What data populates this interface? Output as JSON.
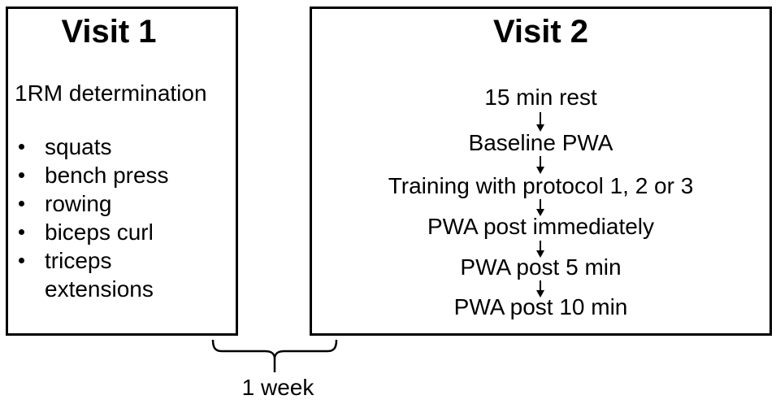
{
  "visit1": {
    "title": "Visit 1",
    "subtitle": "1RM determination",
    "bullets": [
      "squats",
      "bench press",
      "rowing",
      "biceps curl",
      "triceps extensions"
    ]
  },
  "visit2": {
    "title": "Visit 2",
    "steps": [
      "15 min rest",
      "Baseline PWA",
      "Training with protocol 1, 2 or 3",
      "PWA post immediately",
      "PWA post 5 min",
      "PWA post 10 min"
    ]
  },
  "footer": {
    "interval_label": "1 week"
  },
  "colors": {
    "text": "#000000",
    "border": "#000000",
    "background": "#ffffff"
  }
}
